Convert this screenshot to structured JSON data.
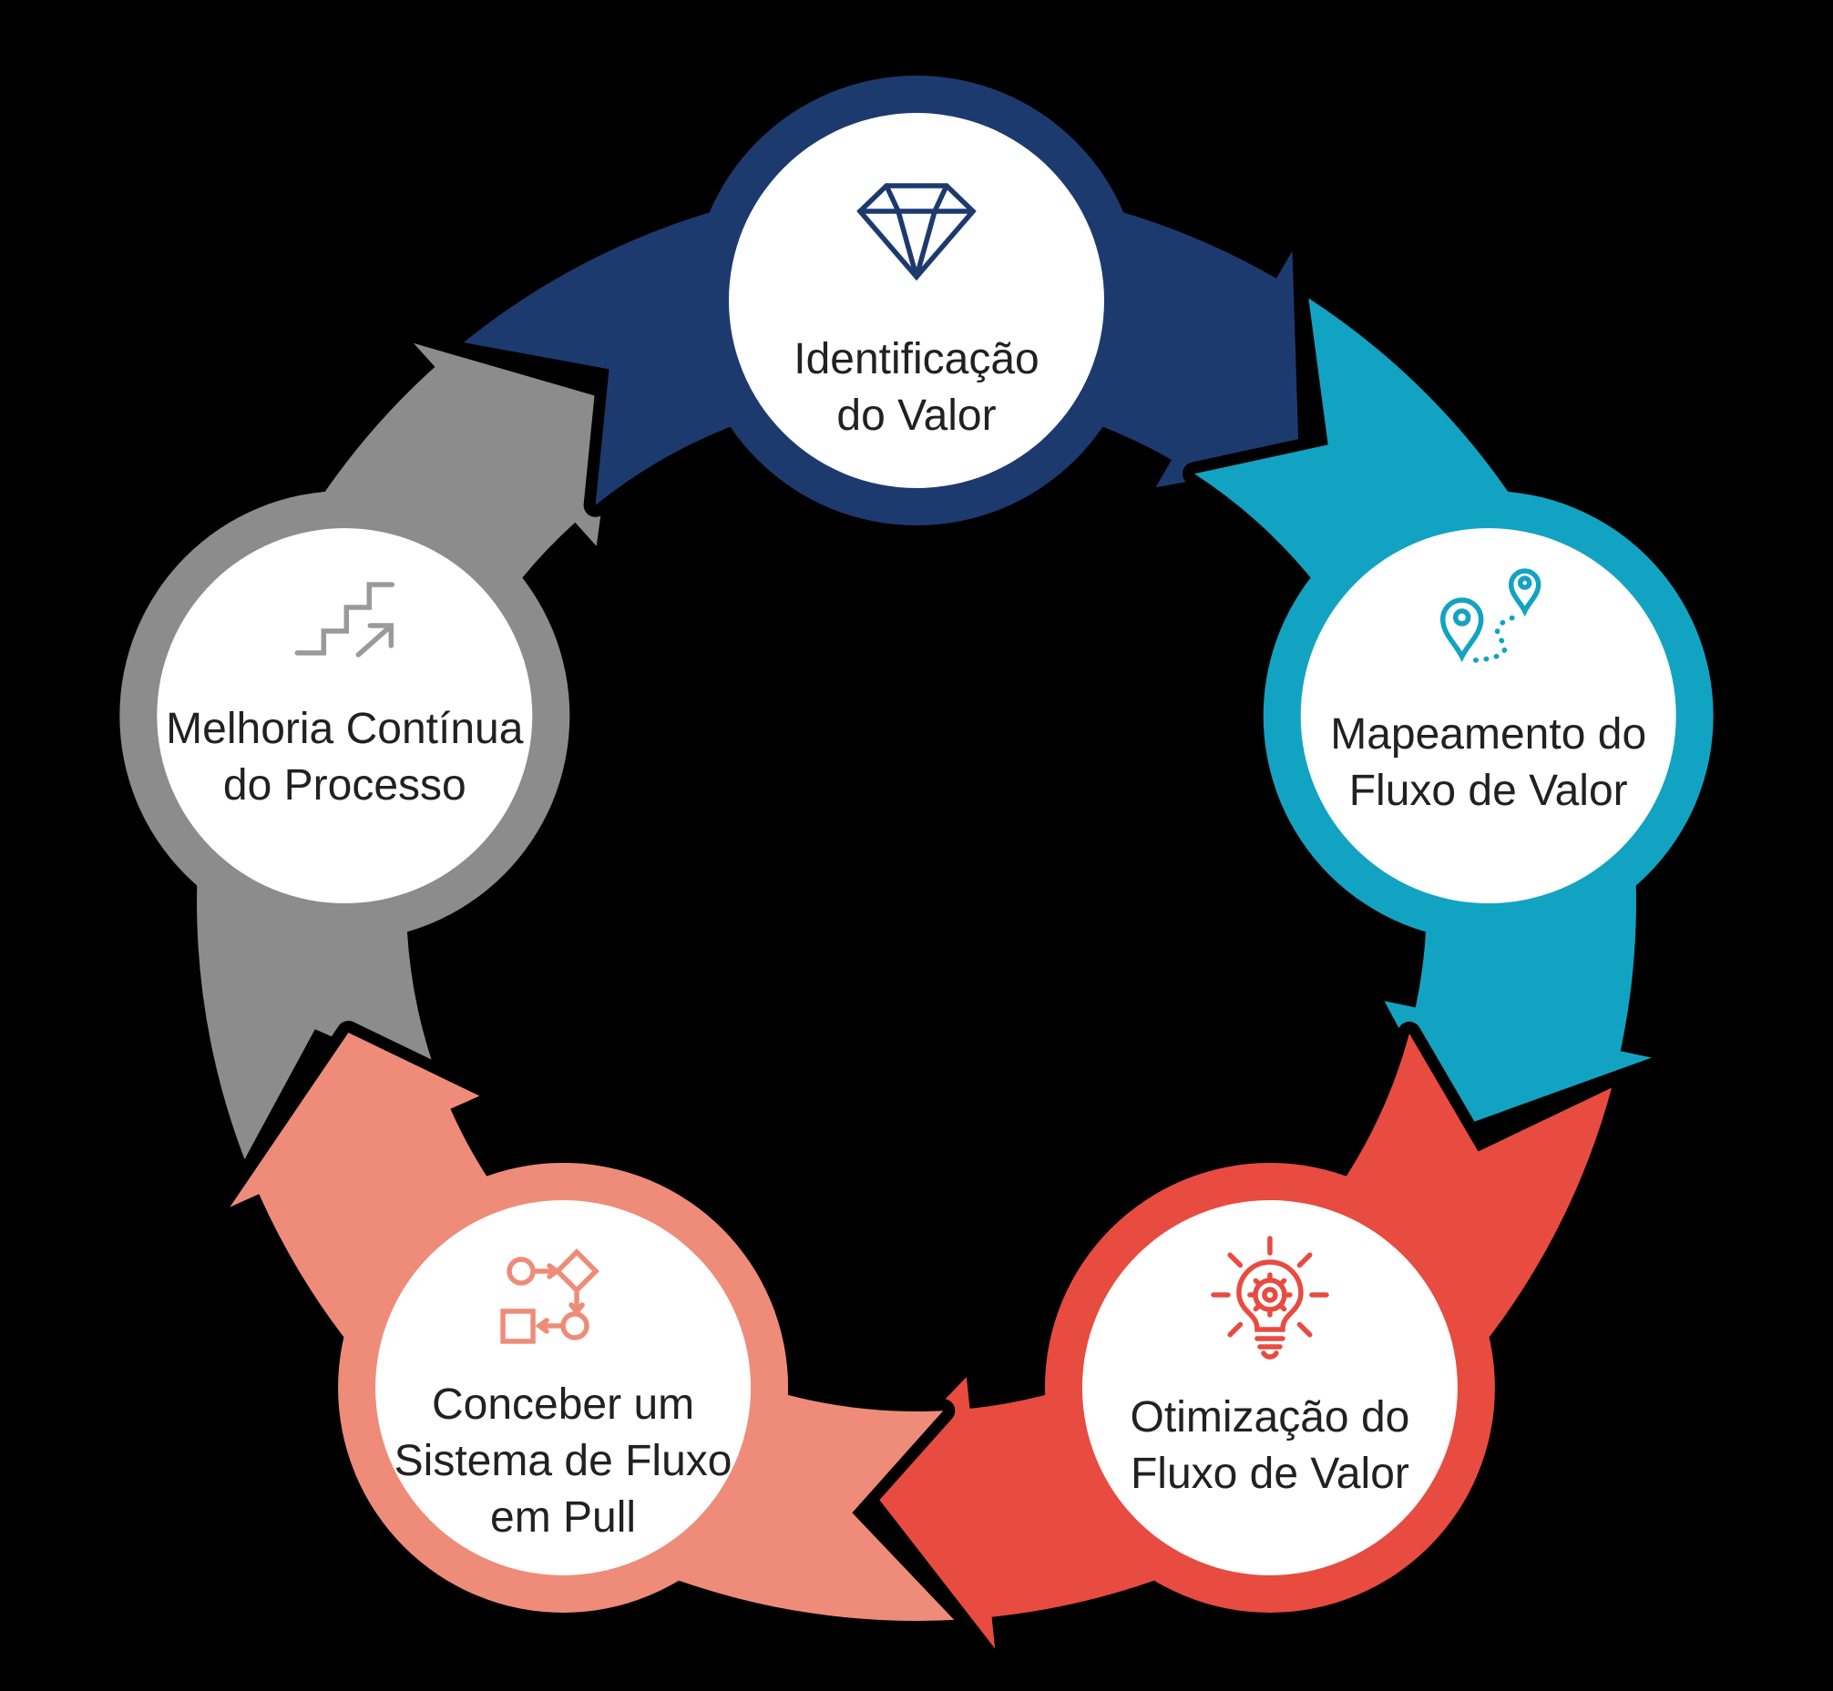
{
  "background_color": "#000000",
  "text_color": "#212121",
  "diagram": {
    "type": "cycle",
    "direction": "clockwise",
    "nodes": [
      {
        "id": "identificacao",
        "label_lines": [
          "Identificação",
          "do Valor"
        ],
        "color": "#1d3a6f",
        "icon": "diamond-icon",
        "icon_color": "#1d3a6f"
      },
      {
        "id": "mapeamento",
        "label_lines": [
          "Mapeamento do",
          "Fluxo de Valor"
        ],
        "color": "#13a3c2",
        "icon": "route-pins-icon",
        "icon_color": "#13a3c2"
      },
      {
        "id": "otimizacao",
        "label_lines": [
          "Otimização do",
          "Fluxo de Valor"
        ],
        "color": "#e84b40",
        "icon": "lightbulb-gear-icon",
        "icon_color": "#e84b40"
      },
      {
        "id": "conceber",
        "label_lines": [
          "Conceber um",
          "Sistema de Fluxo",
          "em Pull"
        ],
        "color": "#ee8c79",
        "icon": "flowchart-pull-icon",
        "icon_color": "#ee8c79"
      },
      {
        "id": "melhoria",
        "label_lines": [
          "Melhoria Contínua",
          "do Processo"
        ],
        "color": "#8c8c8c",
        "icon": "stairs-arrow-icon",
        "icon_color": "#9a9a9a"
      }
    ],
    "arrows": [
      {
        "from": "identificacao",
        "to": "mapeamento",
        "color": "#1d3a6f"
      },
      {
        "from": "mapeamento",
        "to": "otimizacao",
        "color": "#13a3c2"
      },
      {
        "from": "otimizacao",
        "to": "conceber",
        "color": "#e84b40"
      },
      {
        "from": "conceber",
        "to": "melhoria",
        "color": "#ee8c79"
      },
      {
        "from": "melhoria",
        "to": "identificacao",
        "color": "#8c8c8c"
      }
    ]
  }
}
